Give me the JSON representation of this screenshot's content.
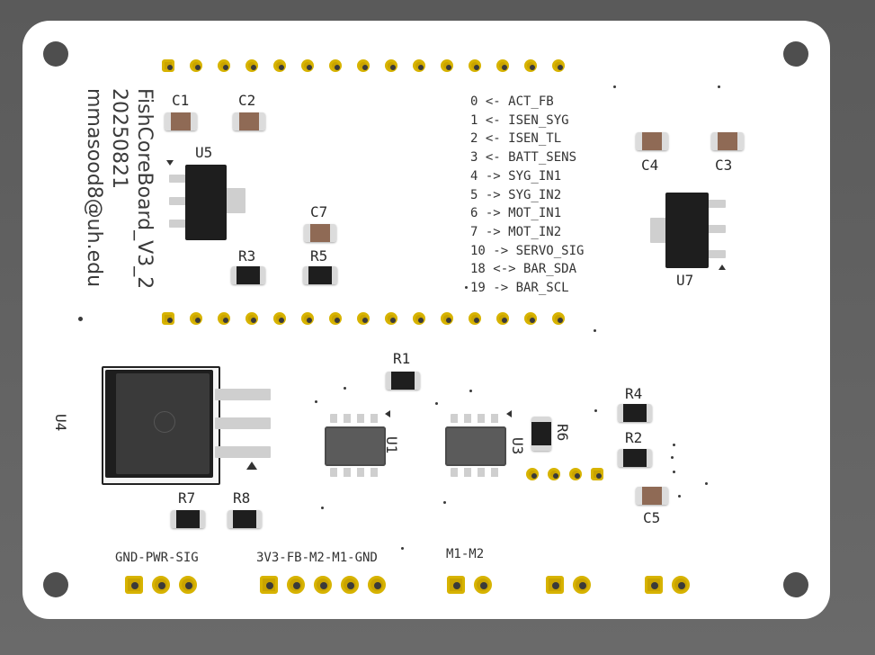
{
  "board": {
    "title": "FishCoreBoard_V3_2",
    "date": "20250821",
    "email": "mmasood8@uh.edu"
  },
  "pin_map": [
    "0 <- ACT_FB",
    "1 <- ISEN_SYG",
    "2 <- ISEN_TL",
    "3 <- BATT_SENS",
    "4 -> SYG_IN1",
    "5 -> SYG_IN2",
    "6 -> MOT_IN1",
    "7 -> MOT_IN2",
    "10 -> SERVO_SIG",
    "18 <-> BAR_SDA",
    "19 -> BAR_SCL"
  ],
  "refs": {
    "C1": "C1",
    "C2": "C2",
    "C3": "C3",
    "C4": "C4",
    "C5": "C5",
    "C7": "C7",
    "R1": "R1",
    "R2": "R2",
    "R3": "R3",
    "R4": "R4",
    "R5": "R5",
    "R6": "R6",
    "R7": "R7",
    "R8": "R8",
    "U1": "U1",
    "U3": "U3",
    "U4": "U4",
    "U5": "U5",
    "U7": "U7"
  },
  "connectors": {
    "gnd_pwr_sig": "GND-PWR-SIG",
    "fb_motor": "3V3-FB-M2-M1-GND",
    "motor": "M1-M2"
  },
  "colors": {
    "board": "#ffffff",
    "background": "#5f5f5f",
    "pad_gold": "#c9a300",
    "capacitor_body": "#8f6a55",
    "resistor_body": "#1e1e1e"
  }
}
